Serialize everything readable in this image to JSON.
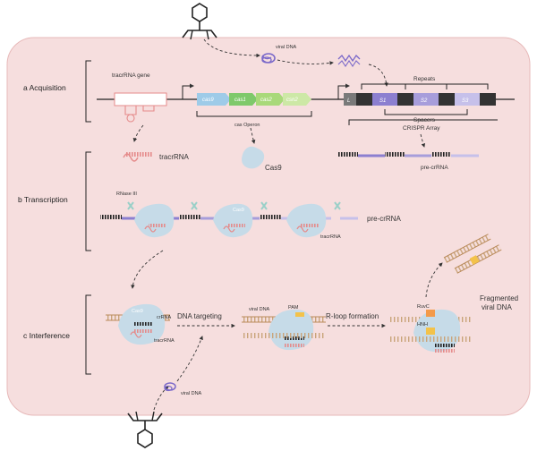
{
  "sections": {
    "acquisition": "a  Acquisition",
    "transcription": "b  Transcription",
    "interference": "c  Interference"
  },
  "labels": {
    "viral_dna_top": "viral DNA",
    "tracr_gene": "tracrRNA gene",
    "tracr_rna": "tracrRNA",
    "cas_operon": "cas Operon",
    "cas9_protein": "Cas9",
    "repeats": "Repeats",
    "spacers": "Spacers",
    "crispr_array": "CRISPR Array",
    "pre_crrna_top": "pre-crRNA",
    "rnase": "RNase III",
    "cas9_in_b": "Cas9",
    "tracrrna_small": "tracrRNA",
    "pre_crrna_b": "pre-crRNA",
    "cas9_in_c": "Cas9",
    "crrna": "crRNA",
    "tracrrna_c": "tracrRNA",
    "dna_targeting": "DNA targeting",
    "viral_dna_c": "viral DNA",
    "pam": "PAM",
    "rloop": "R-loop formation",
    "ruvc": "RuvC",
    "hnh": "HNH",
    "fragmented": "Fragmented viral DNA",
    "fragmented_1": "Fragmented",
    "fragmented_2": "viral DNA",
    "viral_dna_bottom": "viral DNA"
  },
  "genes": [
    "cas9",
    "cas1",
    "cas2",
    "csn2"
  ],
  "array": {
    "leader": "L",
    "spacers": [
      "S1",
      "S2",
      "S3"
    ]
  },
  "colors": {
    "panel": "#f6dede",
    "cas9_blue": "#9ecbe8",
    "cas1_green": "#7fc96b",
    "cas2_green": "#a9d97a",
    "csn2_green": "#cde8a6",
    "spacer_purple": "#8c7fd0",
    "tracr_pink": "#e58b8b",
    "protein": "#c6dbe8"
  }
}
